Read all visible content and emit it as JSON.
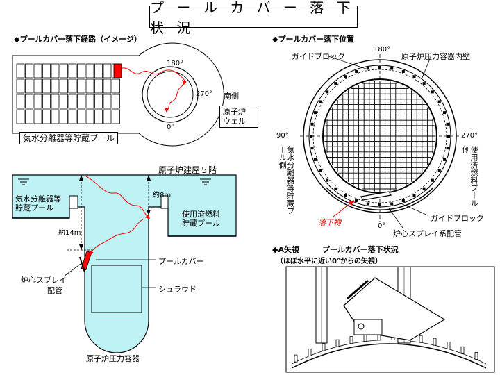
{
  "title": "プ ー ル カ バ ー 落 下 状 況",
  "route": {
    "heading": "◆プールカバー落下経路（イメージ）",
    "pool_label": "気水分離器等貯蔵プール",
    "well_label_line1": "原子炉",
    "well_label_line2": "ウェル",
    "south_label": "南側",
    "deg_180": "180°",
    "deg_270": "270°",
    "deg_0": "0°"
  },
  "position": {
    "heading": "◆プールカバー落下位置",
    "guide_block_top": "ガイドブロック",
    "guide_block_bottom": "ガイドブロック",
    "rpv_inner_wall": "原子炉圧力容器内壁",
    "deg_180": "180°",
    "deg_90": "90°",
    "deg_270": "270°",
    "deg_0": "0°",
    "left_side": "気水分離器等貯蔵プール側",
    "right_side": "使用済燃料プール側",
    "fallen_object": "落下物",
    "core_spray_pipe": "炉心スプレイ系配管"
  },
  "section": {
    "floor_label": "原子炉建屋５階",
    "left_pool_line1": "気水分離器等",
    "left_pool_line2": "貯蔵プール",
    "right_pool_line1": "使用済燃料",
    "right_pool_line2": "貯蔵プール",
    "depth_8m": "約8m",
    "depth_14m": "約14m",
    "pool_cover": "プールカバー",
    "core_spray_line1": "炉心スプレイ",
    "core_spray_line2": "配管",
    "shroud": "シュラウド",
    "rpv": "原子炉圧力容器"
  },
  "view_a": {
    "heading": "◆A矢視　　　プールカバー落下状況",
    "subheading": "（ほぼ水平に近い0°からの矢視）"
  },
  "colors": {
    "water": "#bff2f5",
    "fall_path": "#ff0000",
    "pool_cover": "#ff0000",
    "fallen_label": "#ff0000"
  }
}
